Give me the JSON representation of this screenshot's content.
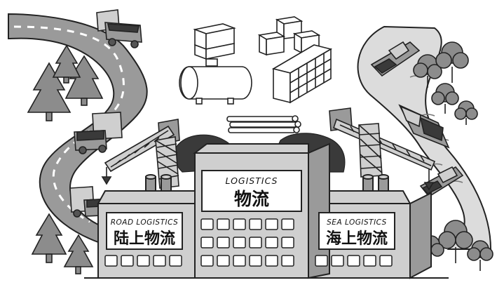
{
  "main_sign": {
    "en": "LOGISTICS",
    "cn": "物流"
  },
  "left_sign": {
    "en": "ROAD LOGISTICS",
    "cn": "陆上物流"
  },
  "right_sign": {
    "en": "SEA LOGISTICS",
    "cn": "海上物流"
  },
  "colors": {
    "outline": "#222222",
    "road": "#9a9a9a",
    "water": "#dcdcdc",
    "building": "#cfcfcf",
    "tree": "#8c8c8c",
    "coal": "#3a3a3a"
  }
}
